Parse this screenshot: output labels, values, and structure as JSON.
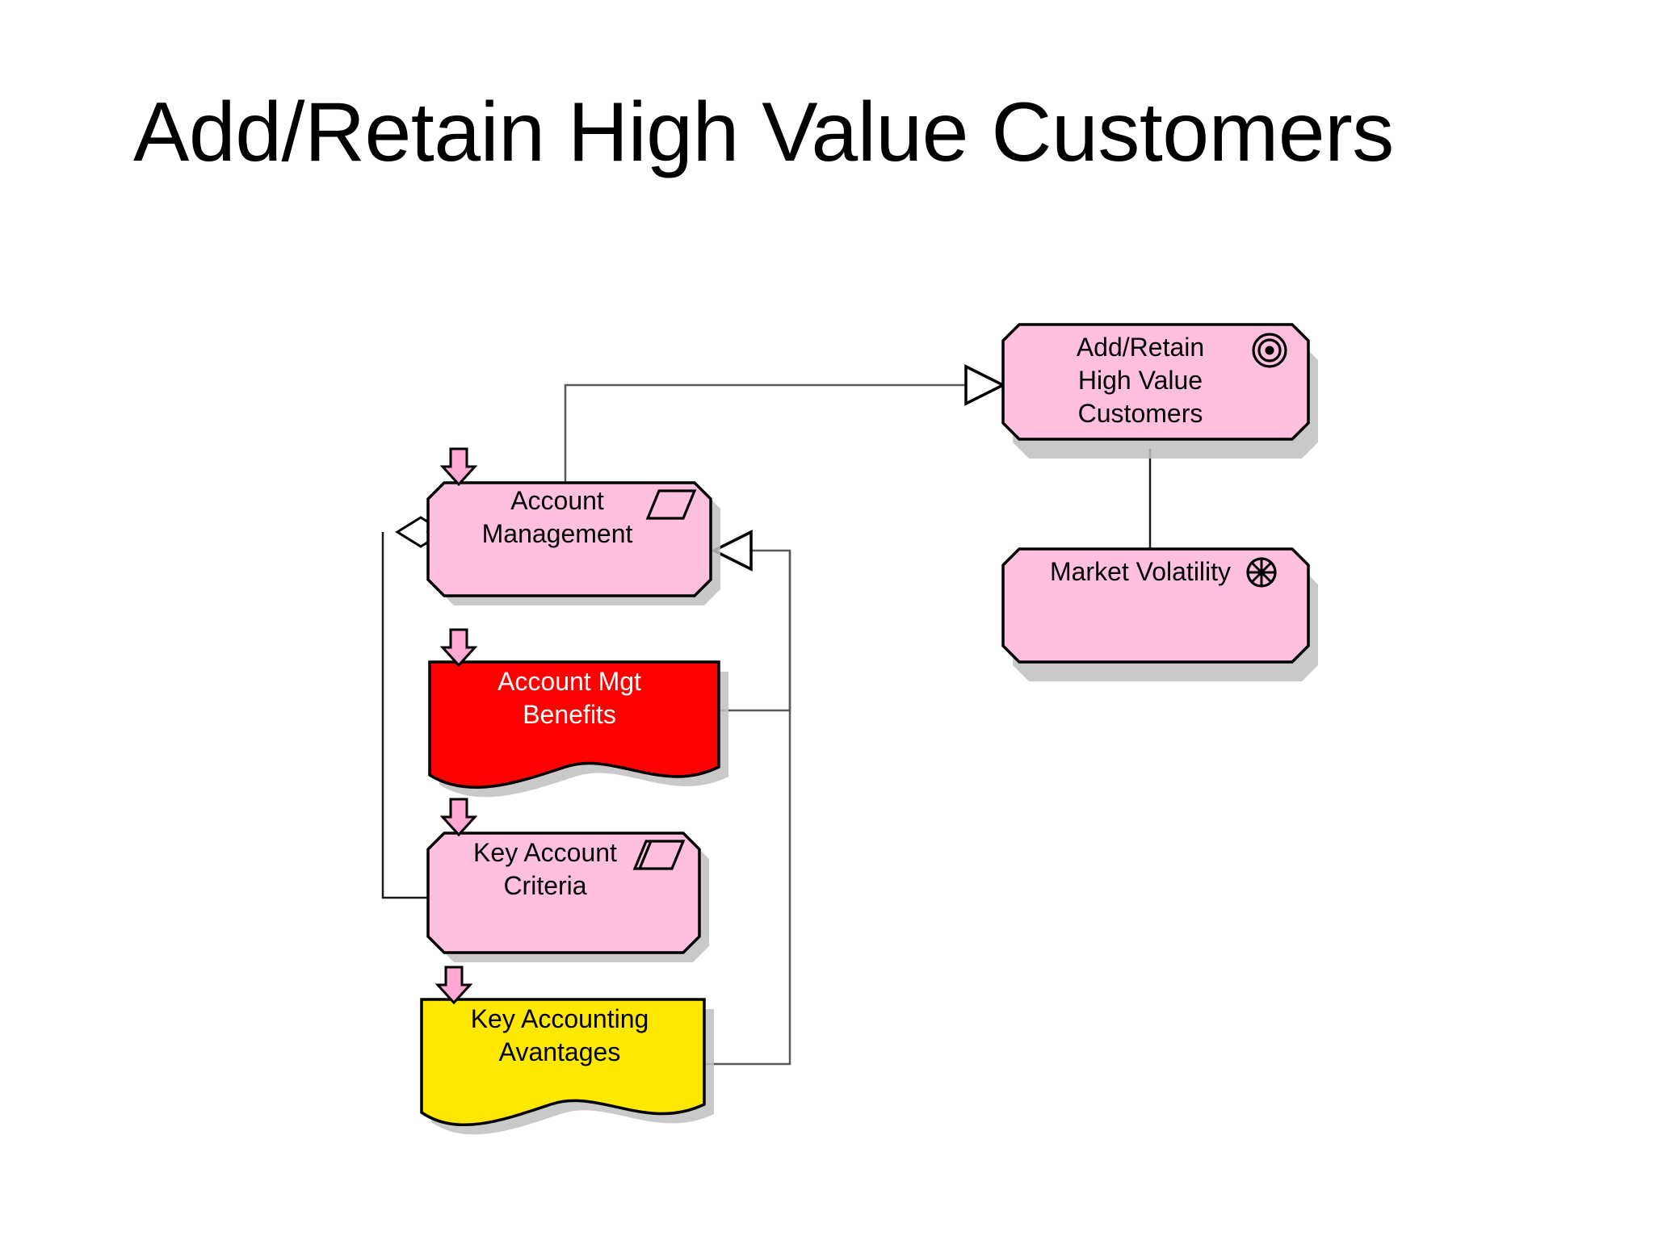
{
  "slide": {
    "title": "Add/Retain High Value Customers",
    "background_color": "#FFFFFF"
  },
  "palette": {
    "pink": "#FFC0DF",
    "red": "#FF0000",
    "yellow": "#FFE800",
    "outline": "#000000",
    "shadow": "#BFBFBF",
    "connector": "#404040",
    "label_dark": "#000000",
    "label_light": "#FFFFFF"
  },
  "diagram": {
    "type": "archimate-motivation-diagram",
    "nodes": [
      {
        "id": "add-retain-high-value-customers",
        "label": "Add/Retain\nHigh Value\nCustomers",
        "shape": "octagon",
        "fill": "#FFC0DF",
        "text_color": "#000000",
        "icon": "goal-icon",
        "icon_glyph": "concentric-target"
      },
      {
        "id": "market-volatility",
        "label": "Market Volatility",
        "shape": "octagon",
        "fill": "#FFC0DF",
        "text_color": "#000000",
        "icon": "driver-icon",
        "icon_glyph": "steering-wheel"
      },
      {
        "id": "account-management",
        "label": "Account\nManagement",
        "shape": "octagon",
        "fill": "#FFC0DF",
        "text_color": "#000000",
        "icon": "representation-icon",
        "icon_glyph": "parallelogram"
      },
      {
        "id": "account-mgt-benefits",
        "label": "Account Mgt\nBenefits",
        "shape": "document-wave",
        "fill": "#FF0000",
        "text_color": "#FFFFFF",
        "icon": "none",
        "icon_glyph": ""
      },
      {
        "id": "key-account-criteria",
        "label": "Key Account\nCriteria",
        "shape": "octagon",
        "fill": "#FFC0DF",
        "text_color": "#000000",
        "icon": "contract-icon",
        "icon_glyph": "parallelogram-with-line"
      },
      {
        "id": "key-accounting-avantages",
        "label": "Key Accounting\nAvantages",
        "shape": "document-wave",
        "fill": "#FFE800",
        "text_color": "#000000",
        "icon": "none",
        "icon_glyph": ""
      }
    ],
    "connectors": [
      {
        "id": "account-management-realizes-goal",
        "from": "account-management",
        "to": "add-retain-high-value-customers",
        "marker": "hollow-triangle",
        "style": "realization"
      },
      {
        "id": "goal-to-market-volatility",
        "from": "add-retain-high-value-customers",
        "to": "market-volatility",
        "marker": "none",
        "style": "association"
      },
      {
        "id": "account-management-aggregates-criteria",
        "from": "account-management",
        "to": "key-account-criteria",
        "marker": "hollow-diamond",
        "style": "aggregation"
      },
      {
        "id": "benefits-realizes-account-management",
        "from": "account-mgt-benefits",
        "to": "account-management",
        "marker": "hollow-triangle",
        "style": "realization"
      },
      {
        "id": "avantages-realizes-account-management",
        "from": "key-accounting-avantages",
        "to": "account-management",
        "marker": "hollow-triangle",
        "style": "realization"
      }
    ],
    "drop_markers": [
      {
        "id": "drop-marker-account-management",
        "glyph": "⇩",
        "for_node": "account-management"
      },
      {
        "id": "drop-marker-account-mgt-benefits",
        "glyph": "⇩",
        "for_node": "account-mgt-benefits"
      },
      {
        "id": "drop-marker-key-account-criteria",
        "glyph": "⇩",
        "for_node": "key-account-criteria"
      },
      {
        "id": "drop-marker-key-accounting-avantages",
        "glyph": "⇩",
        "for_node": "key-accounting-avantages"
      }
    ]
  }
}
